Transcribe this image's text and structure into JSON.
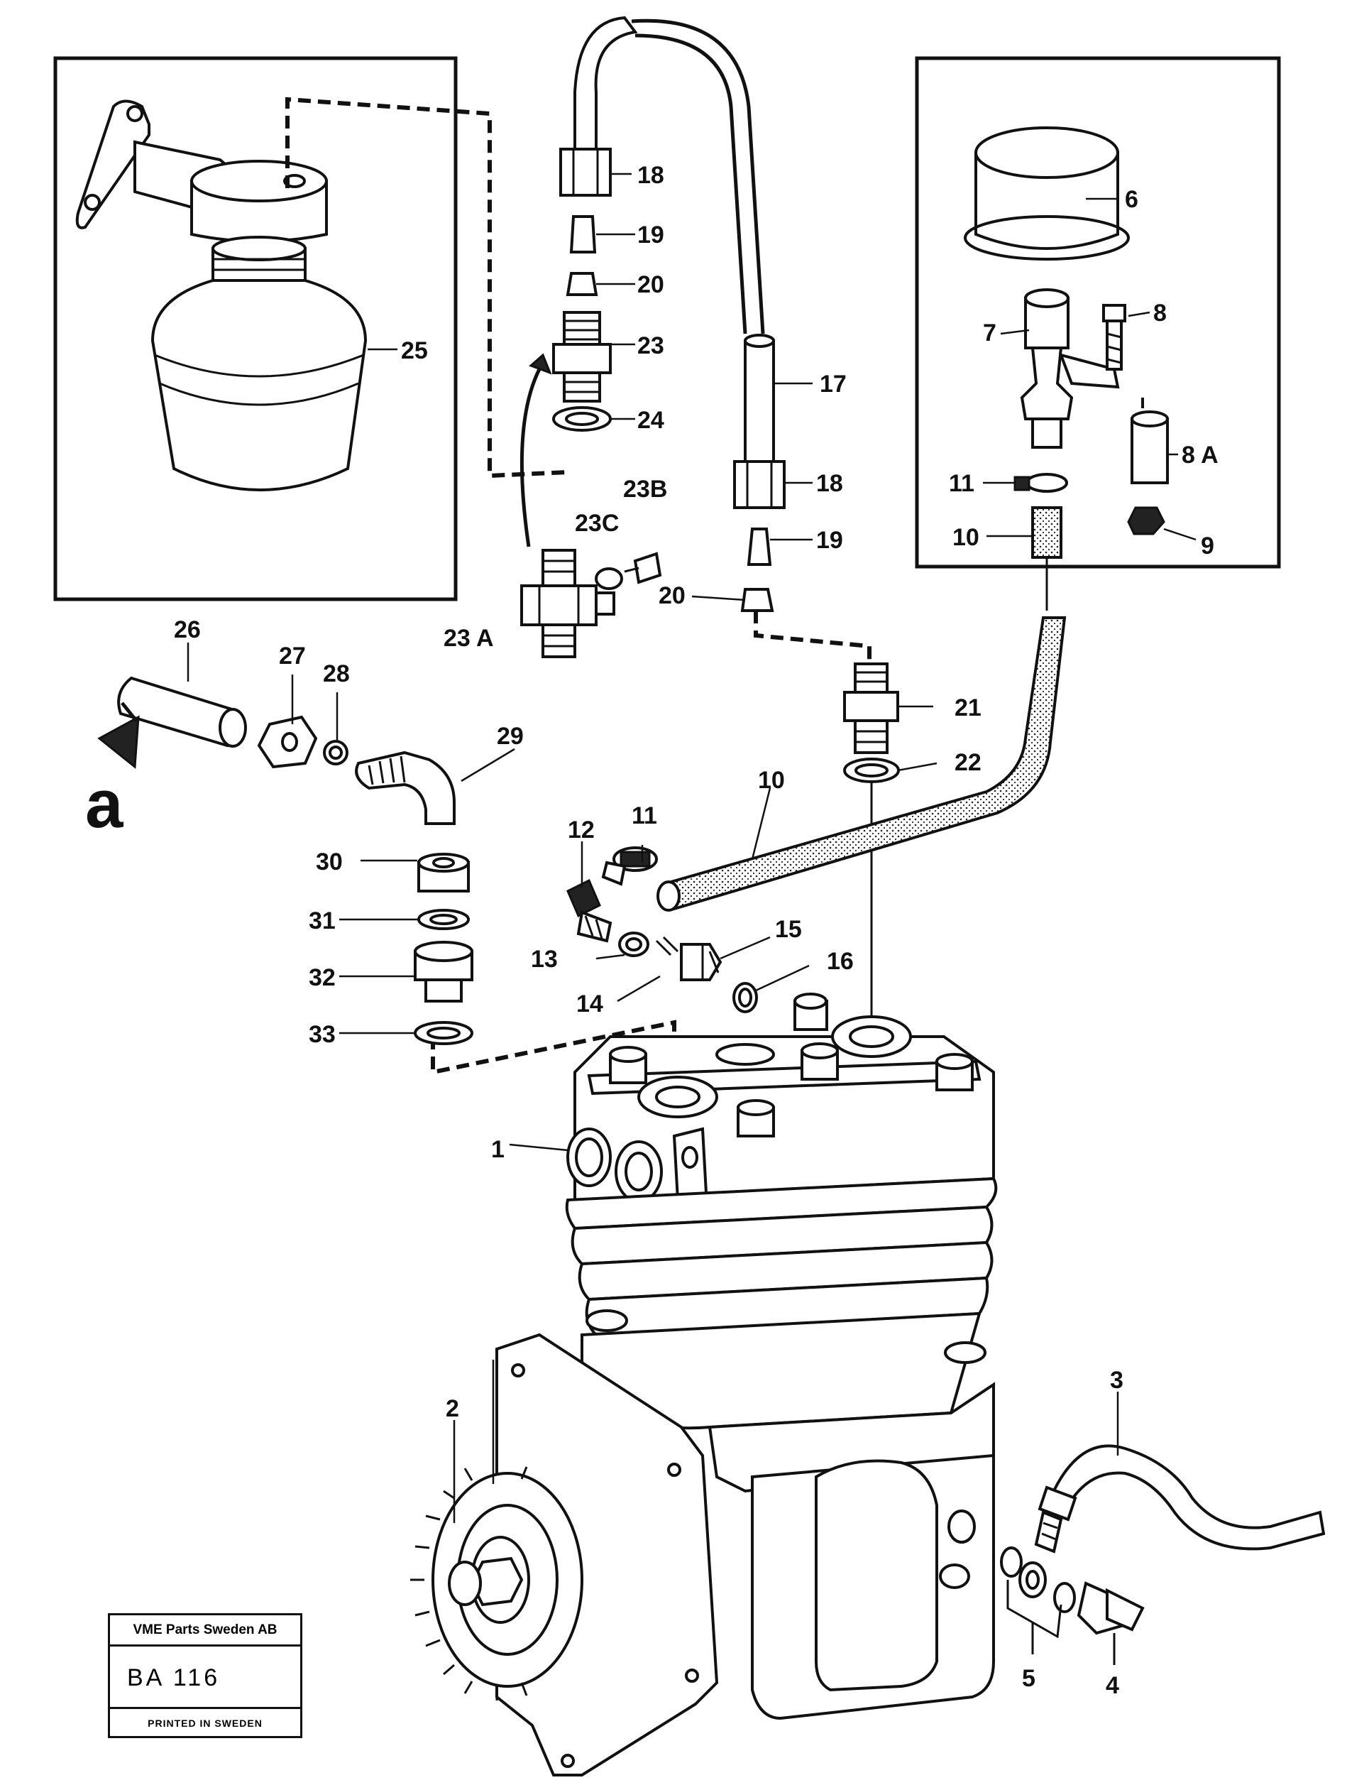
{
  "callouts": {
    "c1": "1",
    "c2": "2",
    "c3": "3",
    "c4": "4",
    "c5": "5",
    "c6": "6",
    "c7": "7",
    "c8": "8",
    "c8a": "8 A",
    "c9": "9",
    "c10a": "10",
    "c10b": "10",
    "c11a": "11",
    "c11b": "11",
    "c12": "12",
    "c13": "13",
    "c14": "14",
    "c15": "15",
    "c16": "16",
    "c17": "17",
    "c18a": "18",
    "c18b": "18",
    "c19a": "19",
    "c19b": "19",
    "c20a": "20",
    "c20b": "20",
    "c21": "21",
    "c22": "22",
    "c23": "23",
    "c23a": "23 A",
    "c23b": "23B",
    "c23c": "23C",
    "c24": "24",
    "c25": "25",
    "c26": "26",
    "c27": "27",
    "c28": "28",
    "c29": "29",
    "c30": "30",
    "c31": "31",
    "c32": "32",
    "c33": "33"
  },
  "view_marker": "a",
  "stamp": {
    "company": "VME Parts Sweden AB",
    "code": "BA 116",
    "printed": "PRINTED IN SWEDEN"
  }
}
